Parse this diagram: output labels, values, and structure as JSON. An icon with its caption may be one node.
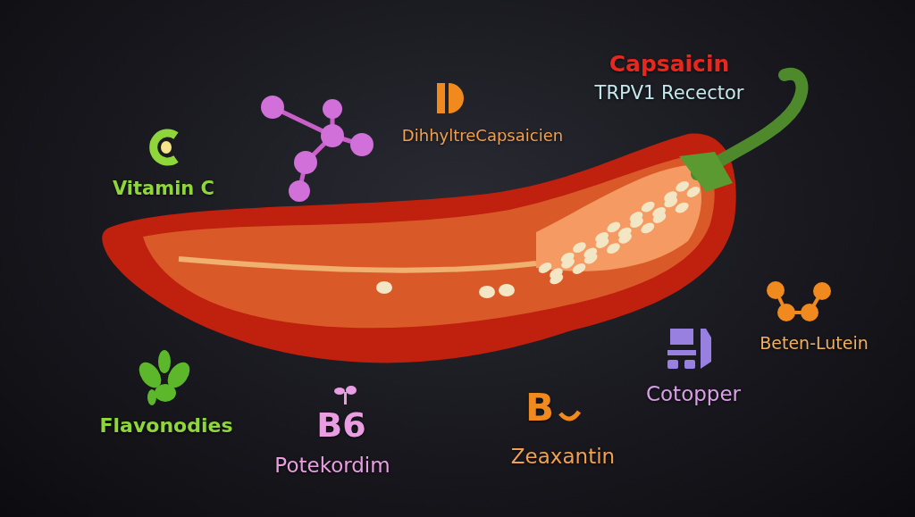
{
  "diagram": {
    "labels": [
      "Capsaicin",
      "TRPV1 Recector",
      "DihhyltreCapsaicien",
      "Vitamin C",
      "Beten-Lutein",
      "Cotopper",
      "Flavonodies",
      "B6",
      "Potekordim",
      "B",
      "Zeaxantin"
    ]
  }
}
